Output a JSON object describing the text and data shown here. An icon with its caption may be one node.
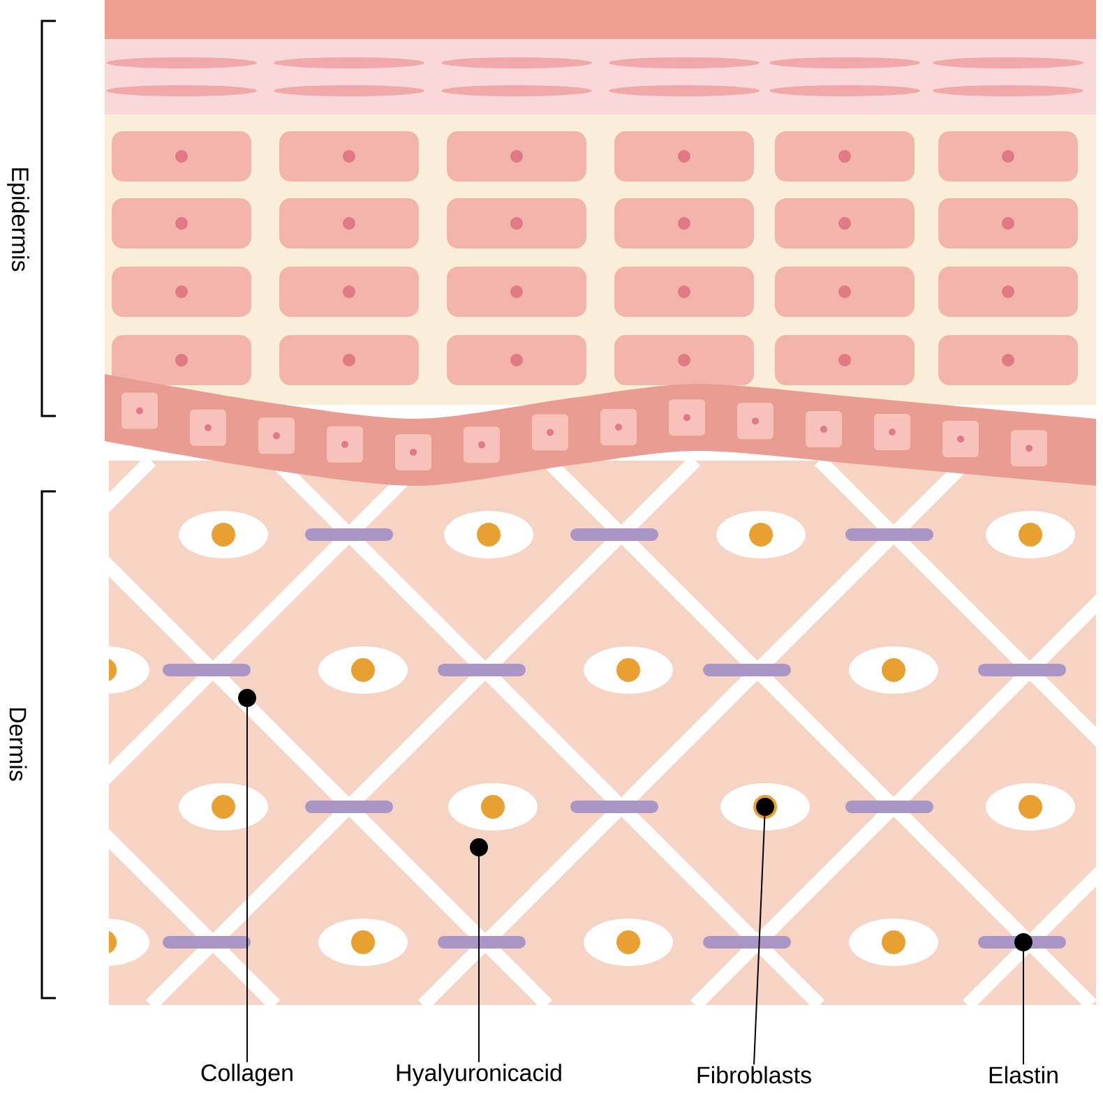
{
  "diagram": {
    "nodes": [
      {
        "text": [
          "Collagen"
        ]
      },
      {
        "text": [
          "Hyalyuronicacid"
        ]
      },
      {
        "text": [
          "Fibroblasts"
        ]
      },
      {
        "text": [
          "Elastin"
        ]
      },
      {
        "text": [],
        "shape": "circle"
      },
      {
        "text": [],
        "shape": "circle"
      },
      {
        "text": [],
        "shape": "circle"
      },
      {
        "text": [],
        "shape": "circle"
      }
    ],
    "edges": [
      {
        "from": 0,
        "to": 4,
        "arrow": "none"
      },
      {
        "from": 1,
        "to": 5,
        "arrow": "none"
      },
      {
        "from": 2,
        "to": 6,
        "arrow": "none"
      },
      {
        "from": 3,
        "to": 7,
        "arrow": "none"
      }
    ],
    "labels": [
      "Epidermis",
      "Dermis"
    ]
  }
}
